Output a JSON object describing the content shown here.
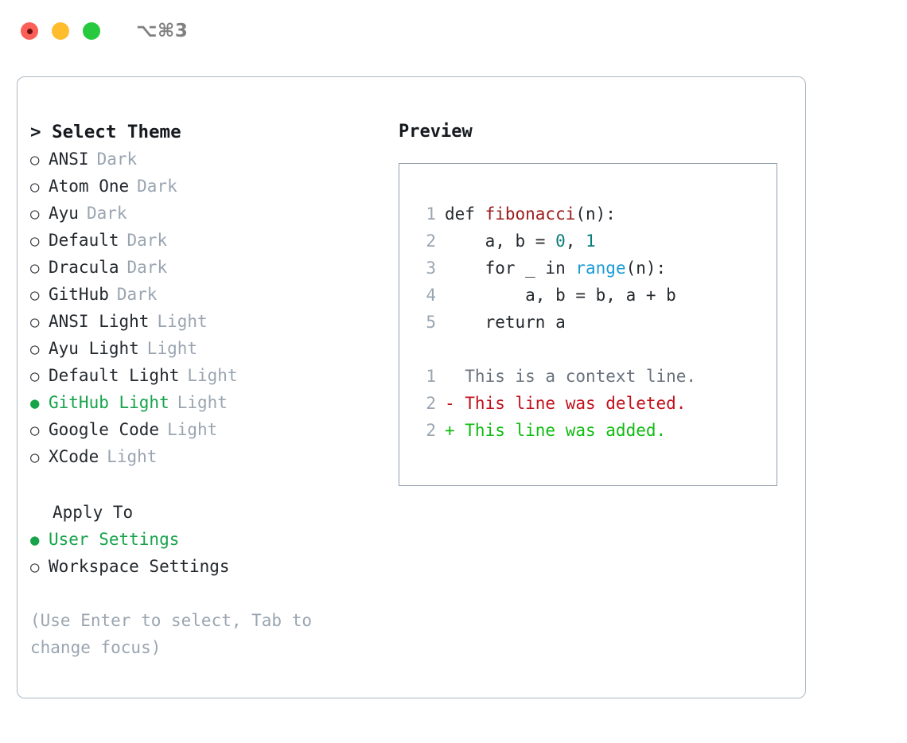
{
  "titlebar": {
    "shortcut": "⌥⌘3",
    "lights": [
      {
        "name": "close",
        "color": "#fb5f57"
      },
      {
        "name": "minimize",
        "color": "#ffbd2e"
      },
      {
        "name": "maximize",
        "color": "#27c93f"
      }
    ]
  },
  "theme_picker": {
    "heading": "> Select Theme",
    "bullet_off": "○",
    "bullet_on": "●",
    "items": [
      {
        "label": "ANSI",
        "variant": "Dark",
        "selected": false
      },
      {
        "label": "Atom One",
        "variant": "Dark",
        "selected": false
      },
      {
        "label": "Ayu",
        "variant": "Dark",
        "selected": false
      },
      {
        "label": "Default",
        "variant": "Dark",
        "selected": false
      },
      {
        "label": "Dracula",
        "variant": "Dark",
        "selected": false
      },
      {
        "label": "GitHub",
        "variant": "Dark",
        "selected": false
      },
      {
        "label": "ANSI Light",
        "variant": "Light",
        "selected": false
      },
      {
        "label": "Ayu Light",
        "variant": "Light",
        "selected": false
      },
      {
        "label": "Default Light",
        "variant": "Light",
        "selected": false
      },
      {
        "label": "GitHub Light",
        "variant": "Light",
        "selected": true
      },
      {
        "label": "Google Code",
        "variant": "Light",
        "selected": false
      },
      {
        "label": "XCode",
        "variant": "Light",
        "selected": false
      }
    ]
  },
  "apply_to": {
    "heading": "Apply To",
    "items": [
      {
        "label": "User Settings",
        "selected": true
      },
      {
        "label": "Workspace Settings",
        "selected": false
      }
    ]
  },
  "hint": "(Use Enter to select, Tab to change focus)",
  "preview": {
    "heading": "Preview",
    "code_lines": [
      {
        "no": "1",
        "segments": [
          {
            "t": "def ",
            "c": "plain"
          },
          {
            "t": "fibonacci",
            "c": "fn"
          },
          {
            "t": "(n):",
            "c": "plain"
          }
        ]
      },
      {
        "no": "2",
        "segments": [
          {
            "t": "    a, b = ",
            "c": "plain"
          },
          {
            "t": "0",
            "c": "num"
          },
          {
            "t": ", ",
            "c": "plain"
          },
          {
            "t": "1",
            "c": "num"
          }
        ]
      },
      {
        "no": "3",
        "segments": [
          {
            "t": "    for _ in ",
            "c": "plain"
          },
          {
            "t": "range",
            "c": "call"
          },
          {
            "t": "(n):",
            "c": "plain"
          }
        ]
      },
      {
        "no": "4",
        "segments": [
          {
            "t": "        a, b = b, a + b",
            "c": "plain"
          }
        ]
      },
      {
        "no": "5",
        "segments": [
          {
            "t": "    return a",
            "c": "plain"
          }
        ]
      }
    ],
    "diff_lines": [
      {
        "no": "1",
        "text": "  This is a context line.",
        "kind": "ctx"
      },
      {
        "no": "2",
        "text": "- This line was deleted.",
        "kind": "del"
      },
      {
        "no": "2",
        "text": "+ This line was added.",
        "kind": "add"
      }
    ]
  },
  "colors": {
    "accent_green": "#16a34a",
    "muted": "#9aa5b1",
    "border": "#aeb7c2",
    "code_border": "#93a0b0",
    "fn_red": "#9b1c1c",
    "num_teal": "#0b7c7c",
    "call_blue": "#1a9bd7",
    "diff_del": "#c1121c",
    "diff_add": "#11bb11"
  }
}
